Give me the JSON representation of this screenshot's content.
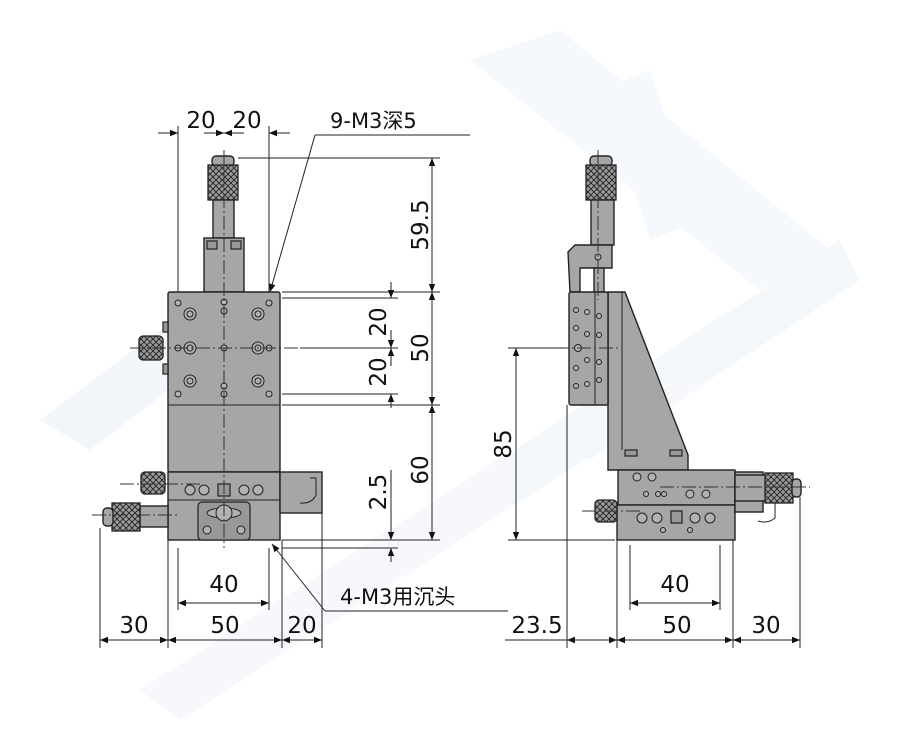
{
  "colors": {
    "body": "#a6a6a6",
    "line": "#222222",
    "watermark": "#e6eef7"
  },
  "front_view": {
    "dims": {
      "top_left": "20",
      "top_right": "20",
      "height_micrometer": "59.5",
      "hole_pitch_upper": "20",
      "hole_pitch_lower": "20",
      "plate": "50",
      "lower": "60",
      "offset": "2.5",
      "mount_pitch": "40",
      "left_overhang": "30",
      "base_width": "50",
      "right_overhang": "20"
    },
    "callout_top": "9-M3深5",
    "callout_bottom": "4-M3用沉头"
  },
  "side_view": {
    "dims": {
      "height": "85",
      "mount_pitch": "40",
      "left_offset": "23.5",
      "base_width": "50",
      "right_overhang": "30"
    }
  }
}
